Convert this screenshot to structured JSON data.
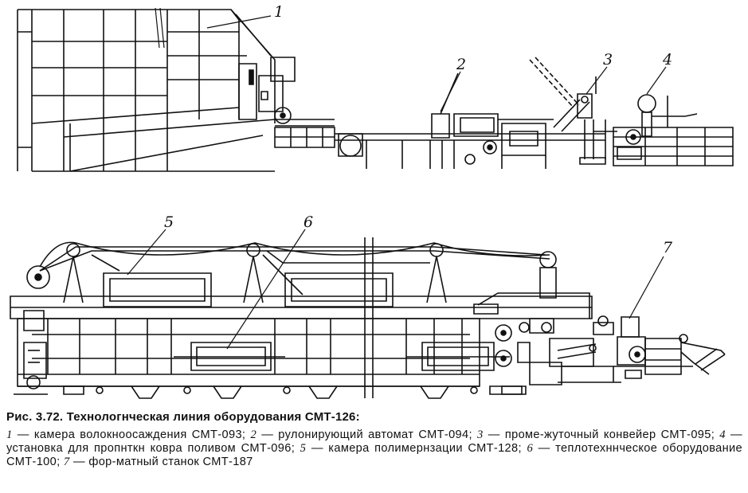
{
  "figure": {
    "callouts": [
      {
        "id": "1",
        "label": "1"
      },
      {
        "id": "2",
        "label": "2"
      },
      {
        "id": "3",
        "label": "3"
      },
      {
        "id": "4",
        "label": "4"
      },
      {
        "id": "5",
        "label": "5"
      },
      {
        "id": "6",
        "label": "6"
      },
      {
        "id": "7",
        "label": "7"
      }
    ],
    "caption": {
      "title": "Рис. 3.72. Технологнческая линия оборудования СМТ-126:",
      "items": [
        {
          "num": "1",
          "text": " — камера волокноосаждения СМТ-093; "
        },
        {
          "num": "2",
          "text": " — рулонирующий автомат СМТ-094; "
        },
        {
          "num": "3",
          "text": " — проме-жуточный конвейер СМТ-095; "
        },
        {
          "num": "4",
          "text": " — установка для пропнткн ковра поливом СМТ-096; "
        },
        {
          "num": "5",
          "text": " — камера полимернзации СМТ-128; "
        },
        {
          "num": "6",
          "text": " — теплотехннческое оборудование СМТ-100; "
        },
        {
          "num": "7",
          "text": " — фор-матный станок СМТ-187"
        }
      ]
    }
  }
}
